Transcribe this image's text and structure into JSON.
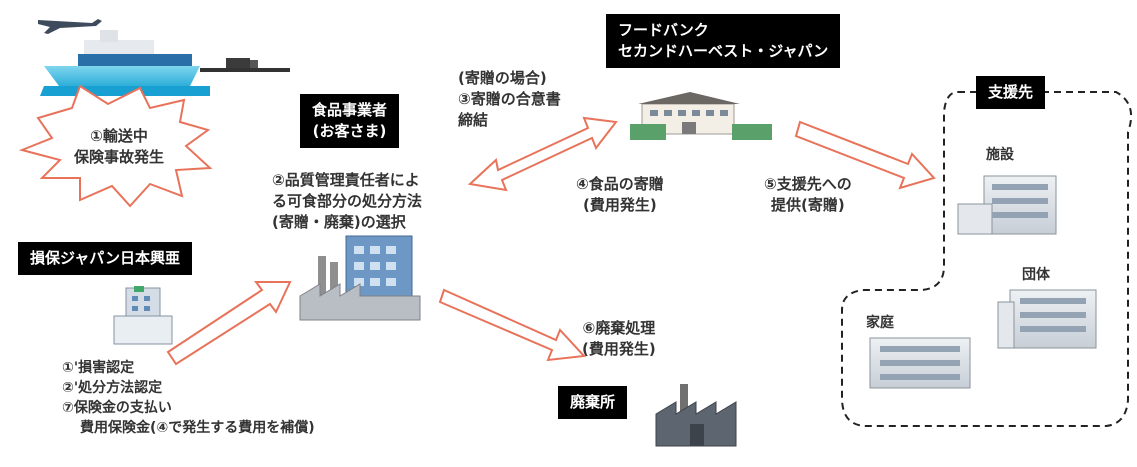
{
  "food_bank_box": [
    "フードバンク",
    "セカンドハーベスト・ジャパン"
  ],
  "food_business_box": [
    "食品事業者",
    "(お客さま)"
  ],
  "insurer_box": "損保ジャパン日本興亜",
  "disposal_box": "廃棄所",
  "support_box": "支援先",
  "accident_burst": [
    "①輸送中",
    "保険事故発生"
  ],
  "donation_case": [
    "(寄贈の場合)",
    "③寄贈の合意書",
    "締結"
  ],
  "quality_manager": [
    "②品質管理責任者によ",
    "る可食部分の処分方法",
    "(寄贈・廃棄)の選択"
  ],
  "food_donation": [
    "④食品の寄贈",
    "(費用発生)"
  ],
  "provide_support": [
    "⑤支援先への",
    "提供(寄贈)"
  ],
  "disposal_process": [
    "⑥廃棄処理",
    "(費用発生)"
  ],
  "insurer_steps": [
    "①'損害認定",
    "②'処分方法認定",
    "⑦保険金の支払い",
    "費用保険金(④で発生する費用を補償)"
  ],
  "facility_labels": {
    "facility": "施設",
    "group": "団体",
    "household": "家庭"
  },
  "colors": {
    "arrow_stroke": "#e8735a",
    "box_bg": "#000000",
    "building_green": "#5aa06a",
    "building_blue": "#6d97c4"
  }
}
